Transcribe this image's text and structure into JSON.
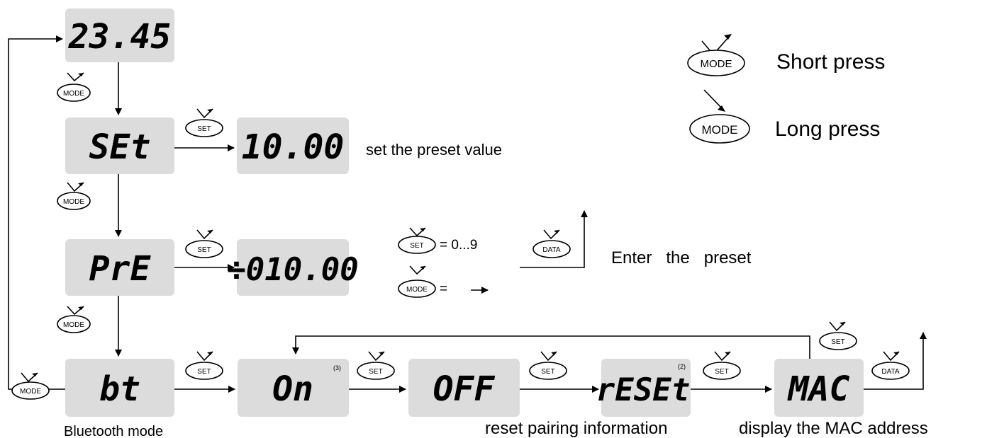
{
  "displays": {
    "main": "23.45",
    "set": "SEt",
    "set_value": "10.00",
    "pre": "PrE",
    "pre_value": "÷010.00",
    "bt": "bt",
    "on": "On",
    "off": "OFF",
    "reset": "rESEt",
    "mac": "MAC"
  },
  "superscripts": {
    "on": "(3)",
    "reset": "(2)"
  },
  "buttons": {
    "mode": "MODE",
    "set": "SET",
    "data": "DATA"
  },
  "labels": {
    "set_preset": "set the preset value",
    "enter_preset": "Enter   the   preset",
    "set_range": "= 0...9",
    "mode_eq": "=",
    "bluetooth_mode": "Bluetooth mode",
    "reset_pairing": "reset pairing information",
    "display_mac": "display the MAC address"
  },
  "legend": {
    "short_press": "Short press",
    "long_press": "Long press"
  }
}
